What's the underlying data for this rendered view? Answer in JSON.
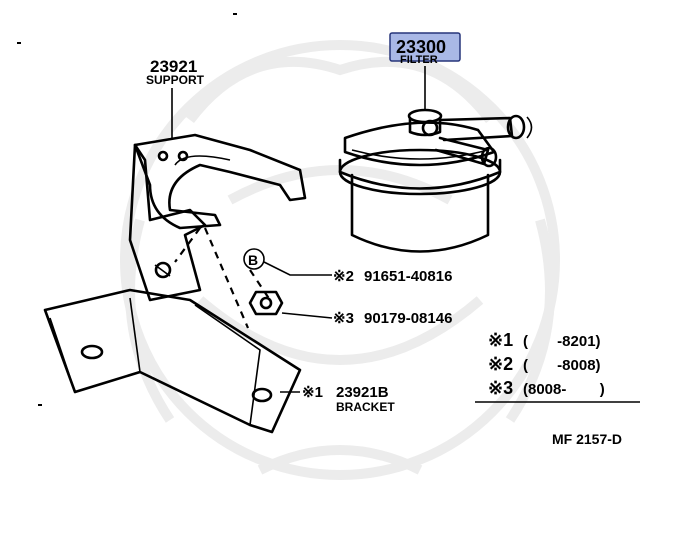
{
  "parts": {
    "filter": {
      "number": "23300",
      "name": "FILTER",
      "highlight_color": "#a9b8e6"
    },
    "support": {
      "number": "23921",
      "name": "SUPPORT"
    },
    "bolt": {
      "callout": "B",
      "mark": "※2",
      "number": "91651-40816"
    },
    "nut": {
      "mark": "※3",
      "number": "90179-08146"
    },
    "bracket": {
      "mark": "※1",
      "number": "23921B",
      "name": "BRACKET"
    }
  },
  "legend": [
    {
      "mark": "※1",
      "range": "(       -8201)"
    },
    {
      "mark": "※2",
      "range": "(       -8008)"
    },
    {
      "mark": "※3",
      "range": "(8008-        )"
    }
  ],
  "diagram_code": "MF 2157-D"
}
